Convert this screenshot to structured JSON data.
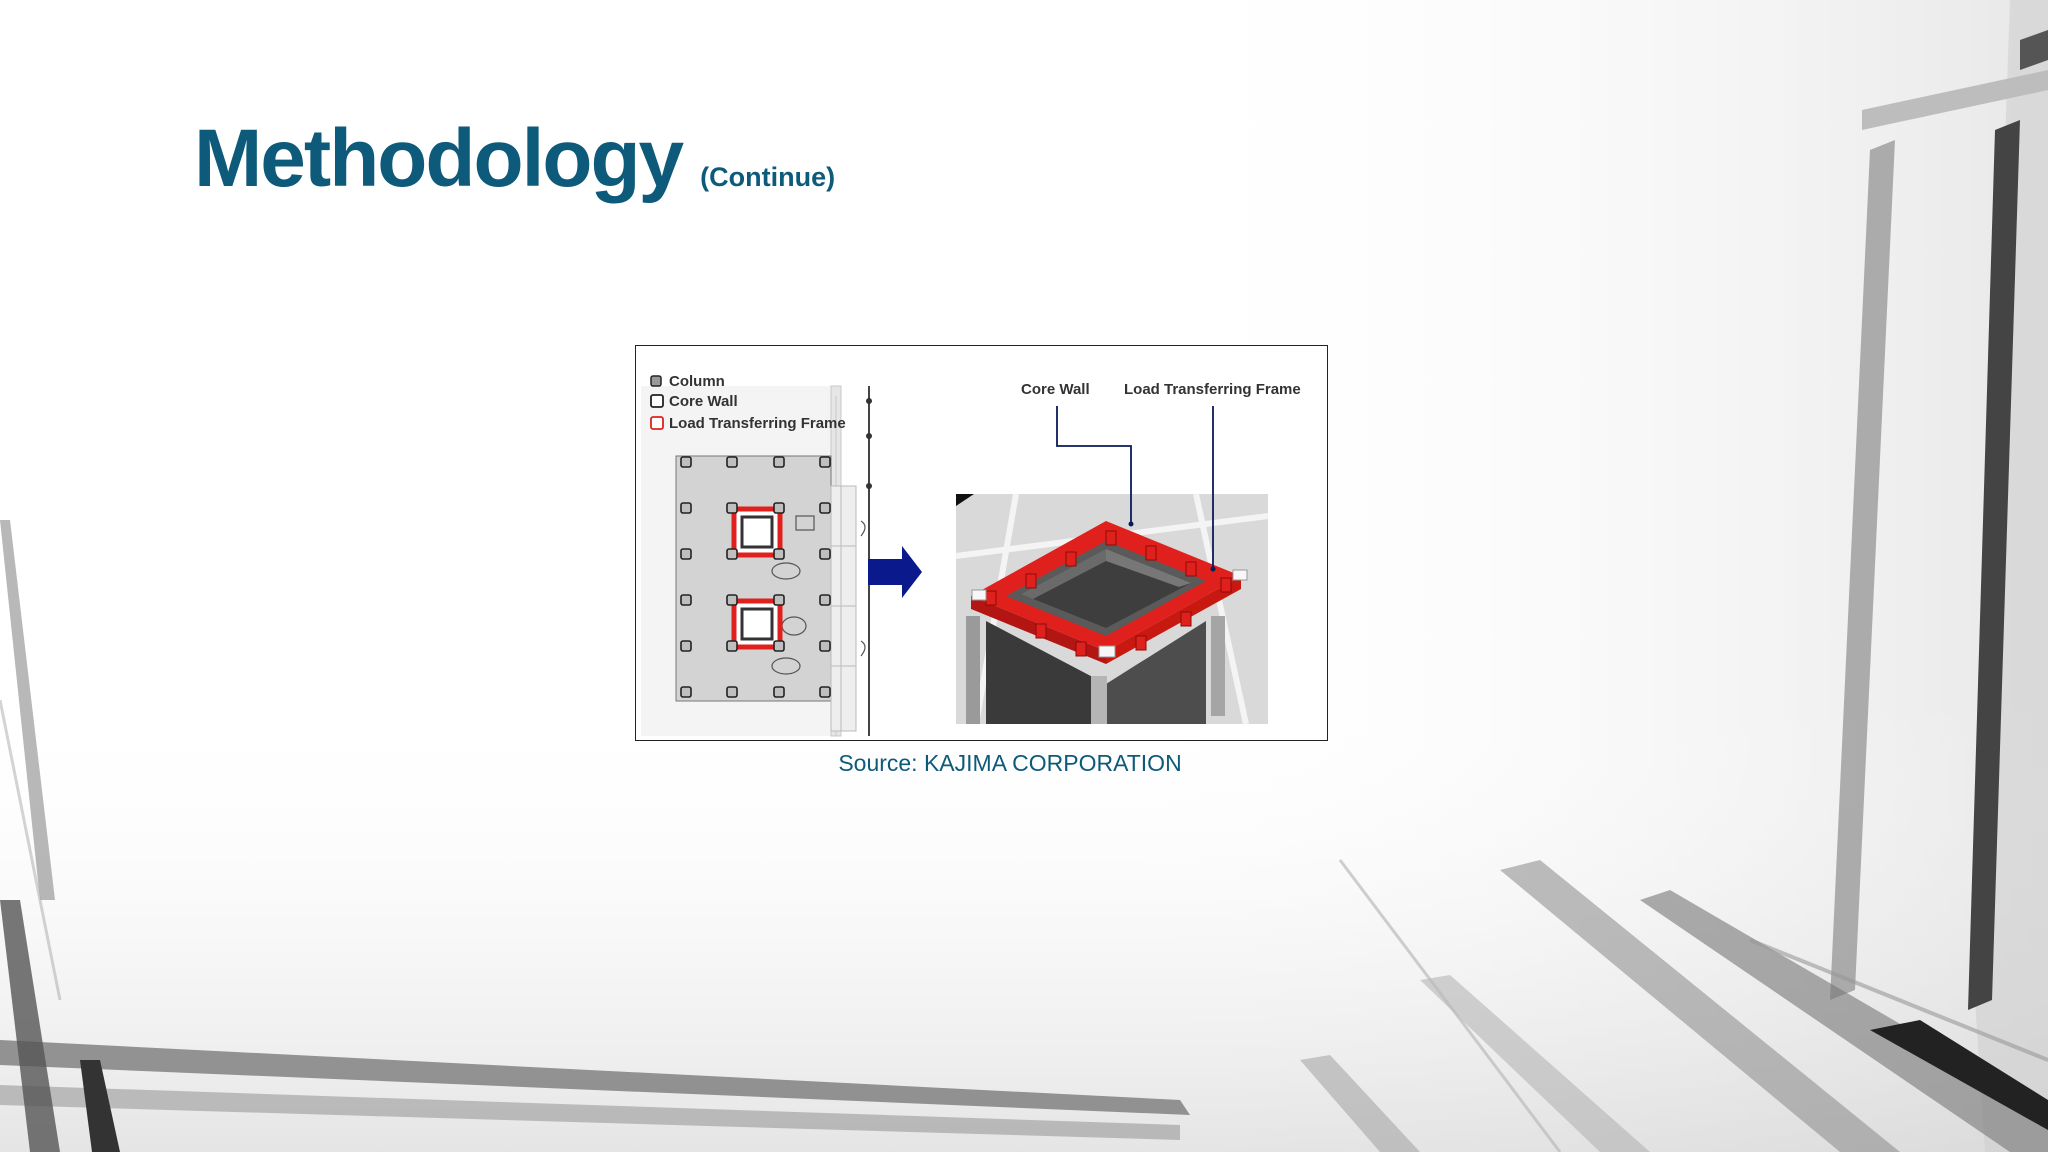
{
  "slide": {
    "title": "Methodology",
    "subtitle": "(Continue)",
    "caption": "Source: KAJIMA CORPORATION"
  },
  "figure": {
    "legend": {
      "column": "Column",
      "core_wall": "Core Wall",
      "load_frame": "Load Transferring Frame"
    },
    "callouts": {
      "core_wall": "Core Wall",
      "load_frame": "Load Transferring Frame"
    }
  },
  "colors": {
    "title": "#0e5a7a",
    "frame_red": "#e0201c",
    "arrow_navy": "#0a1a8c"
  }
}
